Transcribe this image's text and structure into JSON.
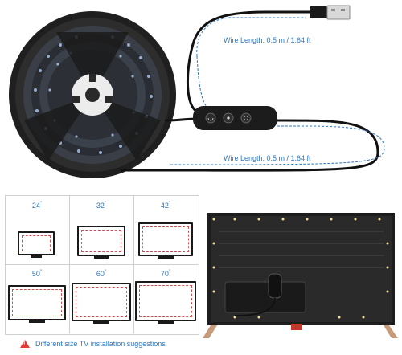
{
  "top": {
    "wire_label_upper": "Wire Length: 0.5 m / 1.64 ft",
    "wire_label_lower": "Wire Length: 0.5 m / 1.64 ft"
  },
  "size_grid": {
    "cells": [
      {
        "size": "24",
        "unit": "\""
      },
      {
        "size": "32",
        "unit": "\""
      },
      {
        "size": "42",
        "unit": "\""
      },
      {
        "size": "50",
        "unit": "\""
      },
      {
        "size": "60",
        "unit": "\""
      },
      {
        "size": "70",
        "unit": "\""
      }
    ],
    "footer_text": "Different size TV installation suggestions",
    "icon": "warning-icon"
  },
  "colors": {
    "accent": "#2b78c7",
    "warning": "#e53935",
    "strip_reel": "#2a2a2a",
    "tv_frame": "#1a1a1a"
  }
}
